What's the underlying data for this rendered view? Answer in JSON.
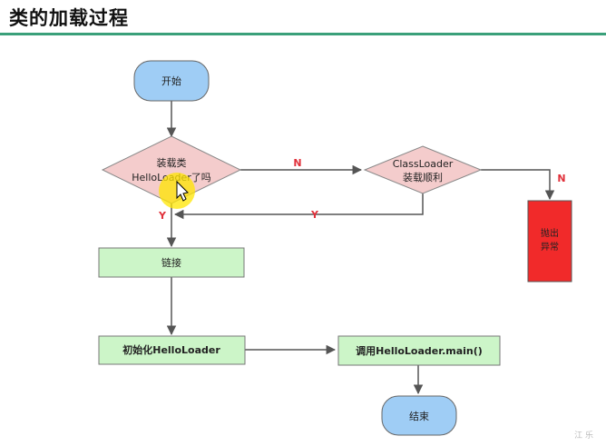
{
  "header": {
    "title": "类的加载过程"
  },
  "nodes": {
    "start": "开始",
    "decision_loaded": {
      "line1": "装载类",
      "line2": "HelloLoader了吗"
    },
    "classloader_decision": {
      "line1": "ClassLoader",
      "line2": "装载顺利"
    },
    "throw_exception": {
      "line1": "抛出",
      "line2": "异常"
    },
    "link": "链接",
    "init": "初始化HelloLoader",
    "call_main": "调用HelloLoader.main()",
    "end": "结束"
  },
  "edges": {
    "loaded_no": "N",
    "classloader_yes": "Y",
    "loaded_yes": "Y",
    "classloader_no": "N"
  },
  "colors": {
    "terminal_fill": "#9fcdf5",
    "decision_fill": "#f4cccc",
    "process_fill": "#ccf5c8",
    "exception_fill": "#f12a2a",
    "title_rule": "#3aa07a",
    "edge_label": "#e0303a"
  },
  "watermark": "江 乐"
}
